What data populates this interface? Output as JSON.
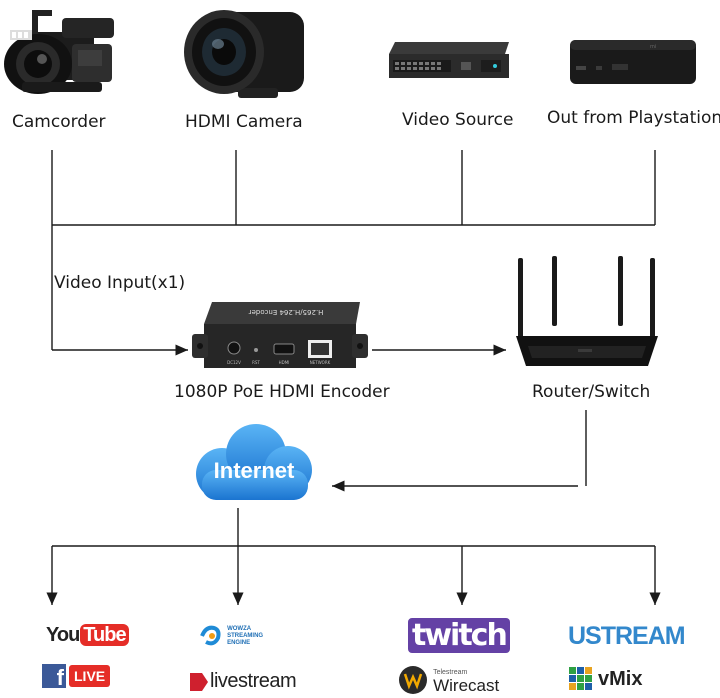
{
  "sources": [
    {
      "label": "Camcorder"
    },
    {
      "label": "HDMI Camera"
    },
    {
      "label": "Video Source"
    },
    {
      "label": "Out from Playstation"
    }
  ],
  "video_input_label": "Video Input(x1)",
  "encoder": {
    "label": "1080P PoE HDMI Encoder",
    "panel_text": "H.265/H.264 Encoder",
    "ports": [
      "DC12V",
      "RST",
      "HDMI",
      "NETWORK"
    ]
  },
  "router": {
    "label": "Router/Switch"
  },
  "internet": {
    "label": "Internet"
  },
  "platforms": {
    "youtube": {
      "you": "You",
      "tube": "Tube"
    },
    "facebook_live": {
      "f": "f",
      "live": "LIVE"
    },
    "wowza": {
      "line1": "WOWZA",
      "line2": "STREAMING",
      "line3": "ENGINE"
    },
    "livestream": {
      "text": "livestream"
    },
    "twitch": {
      "text": "twitch"
    },
    "wirecast": {
      "top": "Telestream",
      "name": "Wirecast"
    },
    "ustream": {
      "text": "USTREAM"
    },
    "vmix": {
      "text": "vMix"
    }
  },
  "colors": {
    "youtube_red": "#e52d27",
    "facebook_blue": "#3b5998",
    "twitch_purple": "#6441a5",
    "ustream_blue": "#3388cc",
    "livestream_red": "#cf202e",
    "internet_blue": "#2f8fe0",
    "line": "#1a1a1a"
  }
}
